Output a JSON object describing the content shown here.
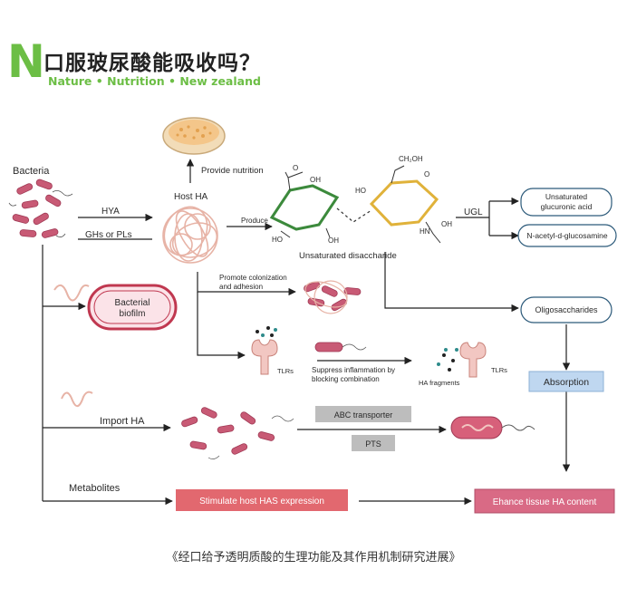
{
  "header": {
    "logo_letter": "N",
    "title": "口服玻尿酸能吸收吗？",
    "subtitle": "Nature • Nutrition  • New zealand",
    "brand_color": "#6cbe45"
  },
  "diagram": {
    "bacteria": "Bacteria",
    "provide_nutrition": "Provide nutrition",
    "host_ha": "Host HA",
    "hya": "HYA",
    "ghs_pls": "GHs or PLs",
    "produce": "Produce",
    "cooh": "OH",
    "o1": "O",
    "ho1": "HO",
    "oh1": "OH",
    "ch2oh": "CH₂OH",
    "ho2": "HO",
    "oh2": "OH",
    "o2": "O",
    "hn": "HN",
    "unsat_disacch": "Unsaturated disaccharide",
    "ugl": "UGL",
    "unsat_gluc": "Unsaturated\nglucuronic acid",
    "nacetyl": "N-acetyl-d-glucosamine",
    "promote": "Promote colonization\nand adhesion",
    "bacterial_biofilm": "Bacterial\nbiofilm",
    "oligosaccharides": "Oligosaccharides",
    "tlrs1": "TLRs",
    "suppress": "Suppress inflammation by\nblocking combination",
    "ha_fragments": "HA fragments",
    "tlrs2": "TLRs",
    "absorption": "Absorption",
    "import_ha": "Import HA",
    "abc_transporter": "ABC transporter",
    "pts": "PTS",
    "metabolites": "Metabolites",
    "stimulate": "Stimulate host HAS expression",
    "enhance": "Ehance tissue HA content"
  },
  "caption": "《经口给予透明质酸的生理功能及其作用机制研究进展》"
}
